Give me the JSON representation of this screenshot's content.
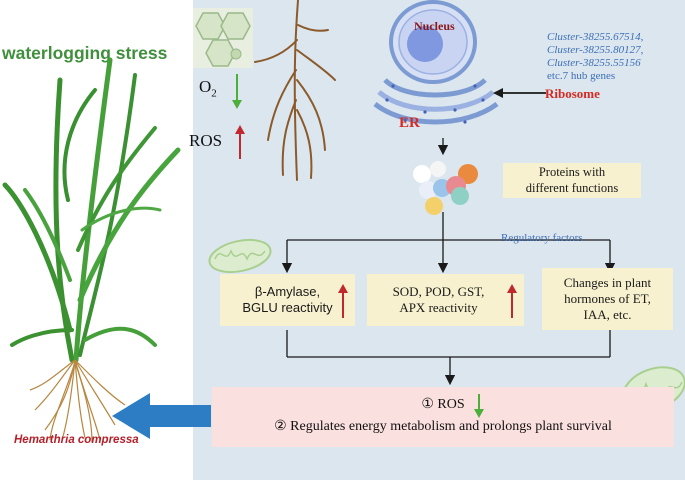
{
  "title": "waterlogging stress",
  "species": "Hemarthria compressa",
  "stress_indicators": {
    "o2_base": "O",
    "o2_sub": "2",
    "ros": "ROS"
  },
  "cell": {
    "nucleus": "Nucleus",
    "er": "ER",
    "ribosome": "Ribosome"
  },
  "hub_genes": {
    "clusters": [
      "Cluster-38255.67514,",
      "Cluster-38255.80127,",
      "Cluster-38255.55156"
    ],
    "note": "etc.7 hub genes"
  },
  "proteins_box": {
    "line1": "Proteins with",
    "line2": "different functions"
  },
  "regulatory_factors": "Regulatory factors",
  "boxes": {
    "amylase": {
      "line1": "β-Amylase,",
      "line2": "BGLU reactivity"
    },
    "antioxidant": {
      "line1": "SOD, POD, GST,",
      "line2": "APX reactivity"
    },
    "hormones": {
      "line1": "Changes in plant",
      "line2": "hormones of ET,",
      "line3": "IAA,  etc."
    }
  },
  "outcome": {
    "line1": "① ROS",
    "line2": "② Regulates energy metabolism and prolongs plant survival"
  },
  "colors": {
    "background": "#dce6ef",
    "box_fill": "#f7f1cf",
    "outcome_fill": "#fae0df",
    "up_arrow": "#c0282b",
    "down_arrow": "#4caf3a",
    "blue_arrow": "#2d7dc4",
    "title_green": "#3f8f3c",
    "species_red": "#b5202a"
  }
}
